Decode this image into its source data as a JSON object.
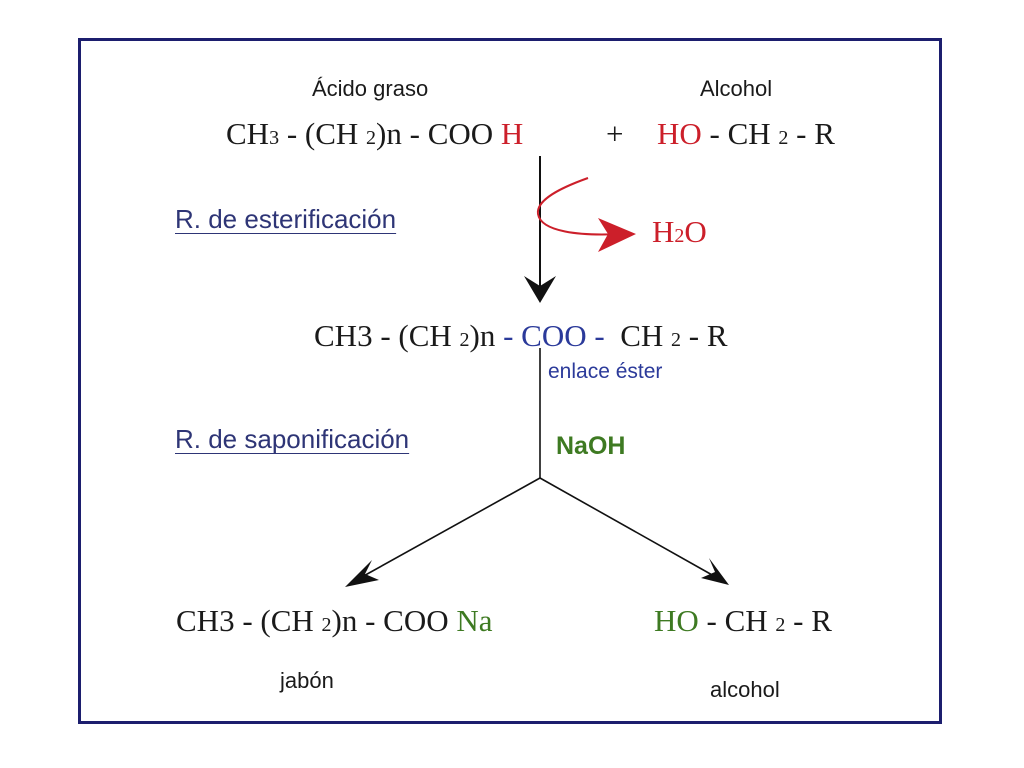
{
  "colors": {
    "frame": "#1c1e6e",
    "text": "#1a1a1a",
    "red": "#cc1f2a",
    "blue": "#2b3a9a",
    "green": "#3e7a22",
    "reaction_label": "#2e3576"
  },
  "labels": {
    "acid": "Ácido graso",
    "alcohol_top": "Alcohol",
    "esterification": "R. de esterificación",
    "saponification": "R. de saponificación",
    "ester_bond": "enlace éster",
    "naoh": "NaOH",
    "soap": "jabón",
    "alcohol_bottom": "alcohol"
  },
  "reactants": {
    "acid_main": "CH",
    "acid_s1": "3",
    "acid_mid": " - (CH ",
    "acid_s2": "2",
    "acid_end": ")n - COO ",
    "acid_h": "H",
    "plus": "+",
    "alcohol_ho": "HO",
    "alcohol_mid": " - CH ",
    "alcohol_s": "2",
    "alcohol_end": " - R"
  },
  "water": {
    "h": "H",
    "sub": "2",
    "o": "O"
  },
  "ester": {
    "start": "CH3 - (CH ",
    "s1": "2",
    "mid": ")n ",
    "coo": "- COO -",
    "ch": "  CH ",
    "s2": "2",
    "end": " - R"
  },
  "soap_product": {
    "start": "CH3 - (CH ",
    "s1": "2",
    "mid": ")n - COO ",
    "na": "Na"
  },
  "alcohol_product": {
    "ho": "HO",
    "mid": " - CH ",
    "s": "2",
    "end": " - R"
  }
}
